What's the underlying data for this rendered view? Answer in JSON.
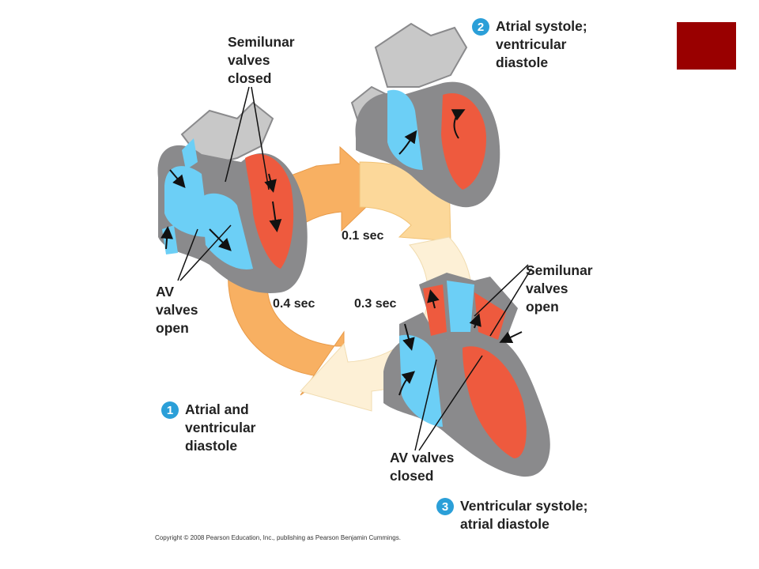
{
  "colors": {
    "accent": "#990000",
    "arrow_orange": "#f8b062",
    "arrow_light": "#fcd89a",
    "arrow_pale": "#fdf0d6",
    "blood_blue": "#6ccff6",
    "blood_red": "#ee5a3e",
    "tissue": "#8a8a8c",
    "vessel": "#c8c8c8",
    "badge": "#2b9fd8"
  },
  "steps": [
    {
      "number": "1",
      "lines": [
        "Atrial and",
        "ventricular",
        "diastole"
      ]
    },
    {
      "number": "2",
      "lines": [
        "Atrial systole;",
        "ventricular",
        "diastole"
      ]
    },
    {
      "number": "3",
      "lines": [
        "Ventricular systole;",
        "atrial diastole"
      ]
    }
  ],
  "labels": {
    "semilunar_closed": [
      "Semilunar",
      "valves",
      "closed"
    ],
    "av_open": [
      "AV",
      "valves",
      "open"
    ],
    "semilunar_open": [
      "Semilunar",
      "valves",
      "open"
    ],
    "av_closed": [
      "AV valves",
      "closed"
    ]
  },
  "durations": {
    "t1": "0.1 sec",
    "t2": "0.4 sec",
    "t3": "0.3 sec"
  },
  "copyright": "Copyright © 2008 Pearson Education, Inc., publishing as Pearson Benjamin Cummings."
}
